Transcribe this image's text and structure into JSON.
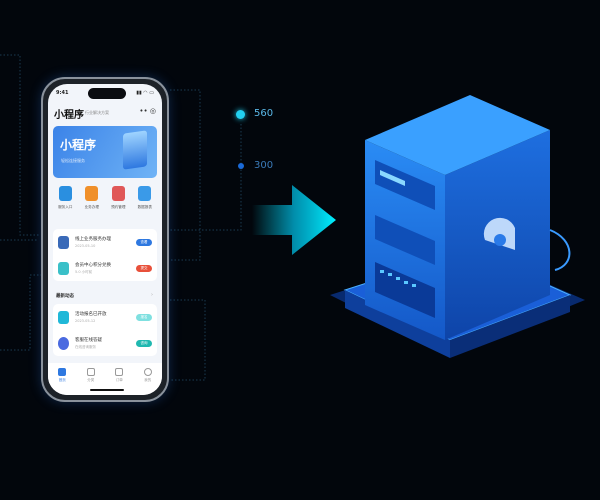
{
  "phone": {
    "status_time": "9:41",
    "status_icons": "▮▮ ◠ ▭",
    "app_title": "小程序",
    "app_subtitle": "行业解决方案",
    "menu_icon": "•• ◎",
    "banner": {
      "title": "小程序",
      "subtitle": "轻松连接服务"
    },
    "quick_items": [
      {
        "label": "服务入口",
        "color": "#2a8fe0"
      },
      {
        "label": "业务办理",
        "color": "#f0902a"
      },
      {
        "label": "预约管理",
        "color": "#e05858"
      },
      {
        "label": "数据报表",
        "color": "#3a9ae8"
      }
    ],
    "list_top": [
      {
        "title": "线上业务服务办理",
        "sub": "2023-05-10",
        "button": "查看",
        "button_color": "#2e78e0",
        "icon_color": "#3a6ab8"
      },
      {
        "title": "会员中心积分兑换",
        "sub": "5.0 小时前",
        "button": "提交",
        "button_color": "#e8503a",
        "icon_color": "#3ac0c8"
      }
    ],
    "section_title": "最新动态",
    "section_arrow": "›",
    "list_bottom": [
      {
        "title": "活动报名已开放",
        "sub": "2023-05-12",
        "button": "报名",
        "button_color": "#7fe0e0",
        "icon_color": "#20b8d8"
      },
      {
        "title": "客服在线答疑",
        "sub": "在线咨询服务",
        "button": "咨询",
        "button_color": "#20b8b0",
        "icon_color": "#4a6ae0"
      }
    ],
    "tabs": [
      "首页",
      "分类",
      "订单",
      "我的"
    ]
  },
  "metrics": {
    "top": "560",
    "bottom": "300"
  },
  "colors": {
    "accent": "#2e78e0",
    "cyan": "#00d8f0",
    "server": "#1e7ff0"
  }
}
